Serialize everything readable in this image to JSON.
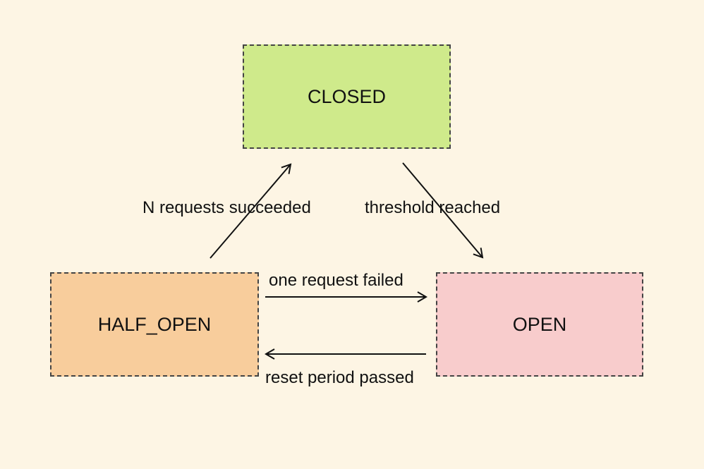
{
  "colors": {
    "background": "#fdf5e4",
    "closed_fill": "#cfea8b",
    "half_open_fill": "#f8cd9c",
    "open_fill": "#f8cccc",
    "stroke": "#444444",
    "arrow": "#111111"
  },
  "states": {
    "closed": "CLOSED",
    "half_open": "HALF_OPEN",
    "open": "OPEN"
  },
  "transitions": {
    "half_open_to_closed": "N requests succeeded",
    "closed_to_open": "threshold reached",
    "half_open_to_open": "one request failed",
    "open_to_half_open": "reset period passed"
  }
}
